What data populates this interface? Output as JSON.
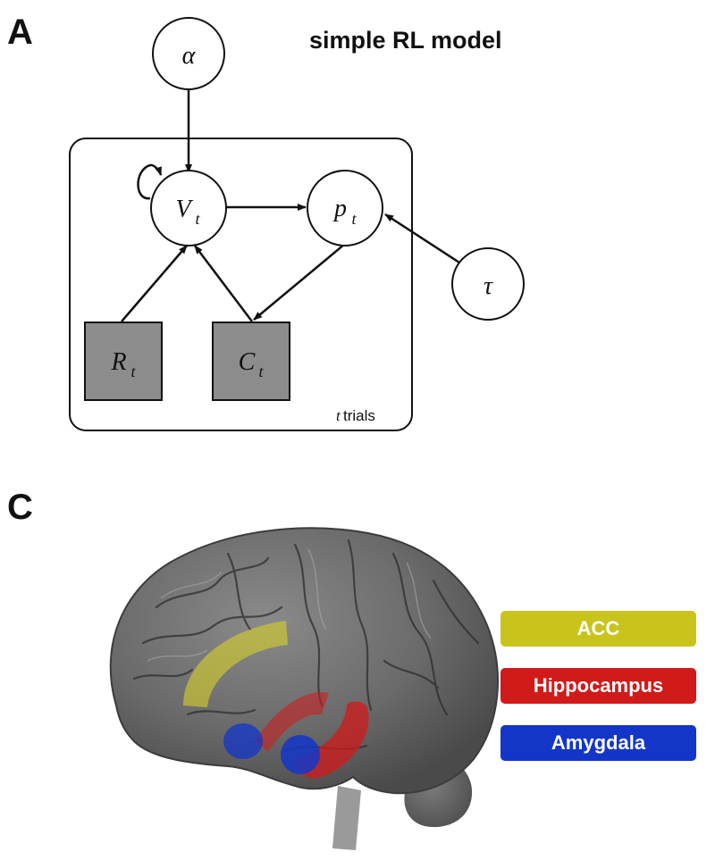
{
  "panel_a": {
    "letter": "A",
    "title": "simple RL model",
    "nodes": {
      "alpha": {
        "base": "α",
        "sub": ""
      },
      "V": {
        "base": "V",
        "sub": "t"
      },
      "p": {
        "base": "p",
        "sub": "t"
      },
      "tau": {
        "base": "τ",
        "sub": ""
      },
      "R": {
        "base": "R",
        "sub": "t"
      },
      "C": {
        "base": "C",
        "sub": "t"
      }
    },
    "plate_label": {
      "var": "t",
      "text": "trials"
    }
  },
  "panel_c": {
    "letter": "C",
    "legend": [
      {
        "label": "ACC",
        "color": "#c9c41c"
      },
      {
        "label": "Hippocampus",
        "color": "#d11a1a"
      },
      {
        "label": "Amygdala",
        "color": "#1336c9"
      }
    ]
  }
}
